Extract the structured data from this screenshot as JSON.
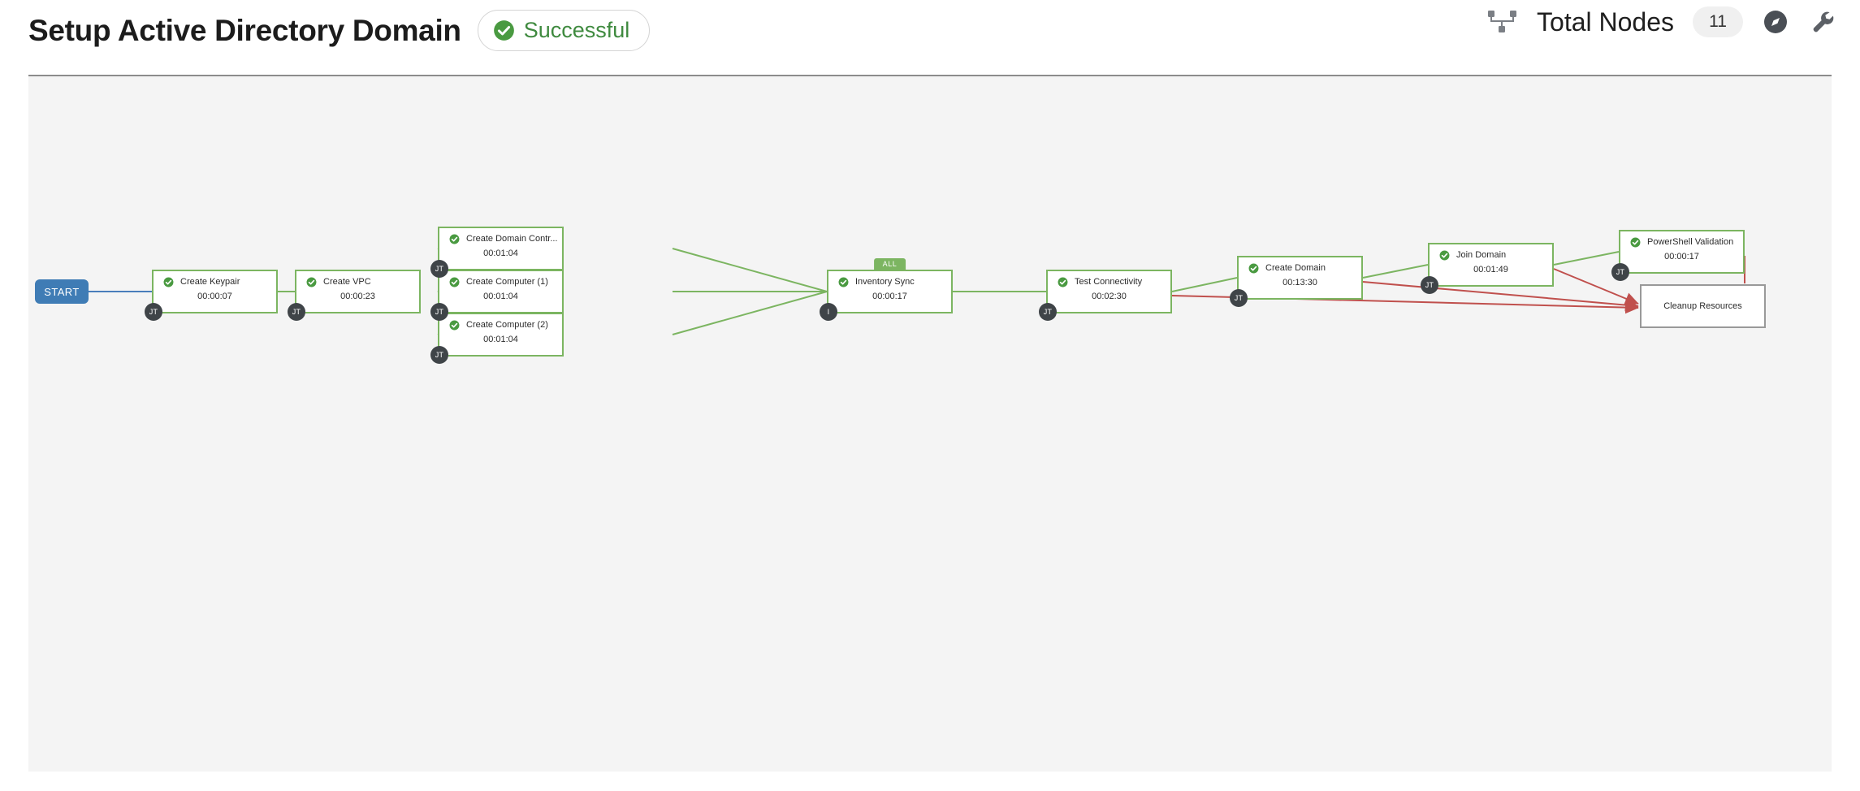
{
  "header": {
    "title": "Setup Active Directory Domain",
    "status": {
      "label": "Successful",
      "icon": "check-circle-icon",
      "color": "#3f8a3f"
    },
    "sitemap_icon": "sitemap-icon",
    "total_nodes_label": "Total Nodes",
    "total_nodes_count": "11",
    "compass_icon": "compass-icon",
    "wrench_icon": "wrench-icon"
  },
  "canvas": {
    "background": "#f4f4f4",
    "edge_colors": {
      "start": "#4a7ebb",
      "success": "#7cb561",
      "failure": "#c0504d"
    },
    "start_node": {
      "label": "START"
    },
    "nodes": [
      {
        "id": "create-keypair",
        "title": "Create Keypair",
        "time": "00:00:07",
        "status": "success",
        "badge": "JT"
      },
      {
        "id": "create-vpc",
        "title": "Create VPC",
        "time": "00:00:23",
        "status": "success",
        "badge": "JT"
      },
      {
        "id": "create-domain-controller",
        "title": "Create Domain Contr...",
        "time": "00:01:04",
        "status": "success",
        "badge": "JT"
      },
      {
        "id": "create-computer-1",
        "title": "Create Computer (1)",
        "time": "00:01:04",
        "status": "success",
        "badge": "JT"
      },
      {
        "id": "create-computer-2",
        "title": "Create Computer (2)",
        "time": "00:01:04",
        "status": "success",
        "badge": "JT"
      },
      {
        "id": "inventory-sync",
        "title": "Inventory Sync",
        "time": "00:00:17",
        "status": "success",
        "badge": "I",
        "tab": "ALL"
      },
      {
        "id": "test-connectivity",
        "title": "Test Connectivity",
        "time": "00:02:30",
        "status": "success",
        "badge": "JT"
      },
      {
        "id": "create-domain",
        "title": "Create Domain",
        "time": "00:13:30",
        "status": "success",
        "badge": "JT"
      },
      {
        "id": "join-domain",
        "title": "Join Domain",
        "time": "00:01:49",
        "status": "success",
        "badge": "JT"
      },
      {
        "id": "powershell-validation",
        "title": "PowerShell Validation",
        "time": "00:00:17",
        "status": "success",
        "badge": "JT"
      },
      {
        "id": "cleanup-resources",
        "title": "Cleanup Resources",
        "time": "",
        "status": "idle",
        "badge": ""
      }
    ]
  }
}
